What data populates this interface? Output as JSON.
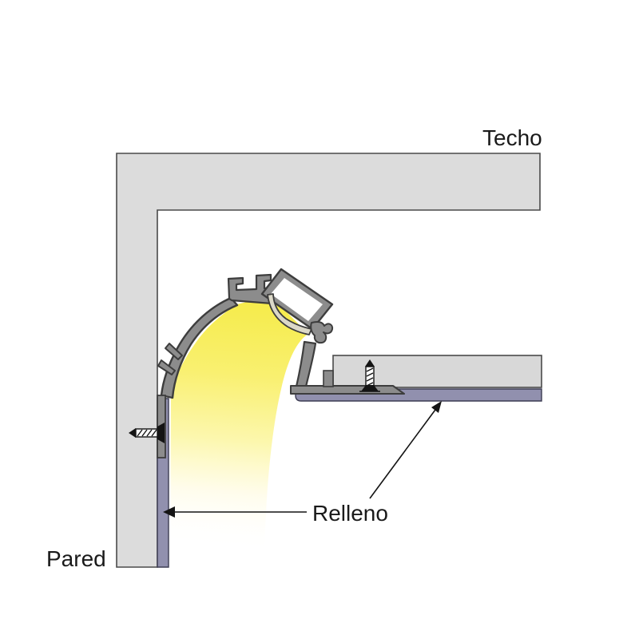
{
  "diagram": {
    "type": "technical-illustration",
    "subject": "LED aluminum cove profile mounted in a wall/ceiling corner, cross-section",
    "labels": {
      "ceiling": "Techo",
      "wall": "Pared",
      "filler": "Relleno"
    },
    "callouts": [
      {
        "label": "Relleno",
        "points_to": "plaster filler strip on wall",
        "arrow": "horizontal-left"
      },
      {
        "label": "Relleno",
        "points_to": "plaster filler strip under ceiling panel",
        "arrow": "diagonal-up-right"
      }
    ],
    "icons": [
      {
        "name": "screw-icon",
        "count": 2,
        "meaning": "fixing screw"
      },
      {
        "name": "arrow-icon",
        "count": 2,
        "meaning": "callout pointer"
      }
    ]
  },
  "colors": {
    "background": "#ffffff",
    "surface_gray": "#dcdcdc",
    "surface_outline": "#4a4a4a",
    "panel_gray": "#d8d8d8",
    "profile_gray": "#8c8c8c",
    "profile_outline": "#3d3d3d",
    "filler_purple": "#9190ae",
    "filler_outline": "#3c3c52",
    "diffuser_beige": "#dbd8c8",
    "beam_top": "#f5eb48",
    "beam_mid": "#f9f070",
    "beam_soft": "#fcf7ad",
    "beam_faint": "#fffce8",
    "beam_end": "#ffffff",
    "text": "#1a1a1a",
    "screw_black": "#141414"
  }
}
